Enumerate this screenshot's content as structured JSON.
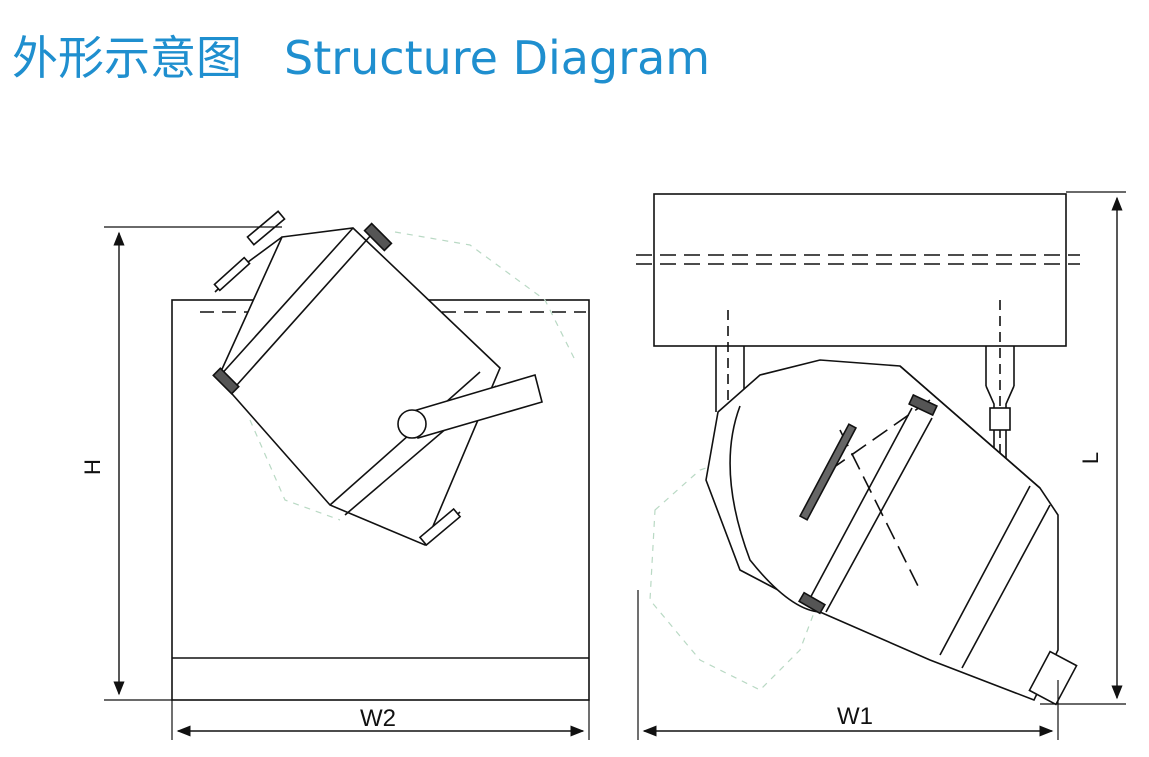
{
  "title": {
    "zh": "外形示意图",
    "en": "Structure Diagram"
  },
  "dimensions": {
    "H": "H",
    "W2": "W2",
    "W1": "W1",
    "L": "L"
  },
  "colors": {
    "title": "#1f8fcf",
    "line": "#111111",
    "ghost": "#b9d9c4"
  }
}
